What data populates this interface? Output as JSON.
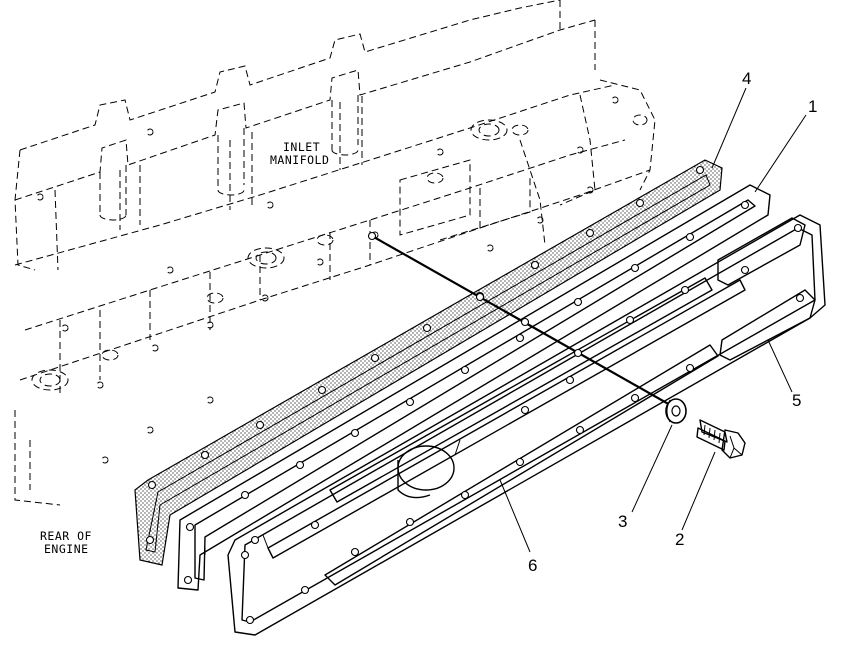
{
  "labels": {
    "inlet_line1": "INLET",
    "inlet_line2": "MANIFOLD",
    "rear_line1": "REAR OF",
    "rear_line2": "ENGINE"
  },
  "callouts": [
    "1",
    "2",
    "3",
    "4",
    "5",
    "6"
  ]
}
